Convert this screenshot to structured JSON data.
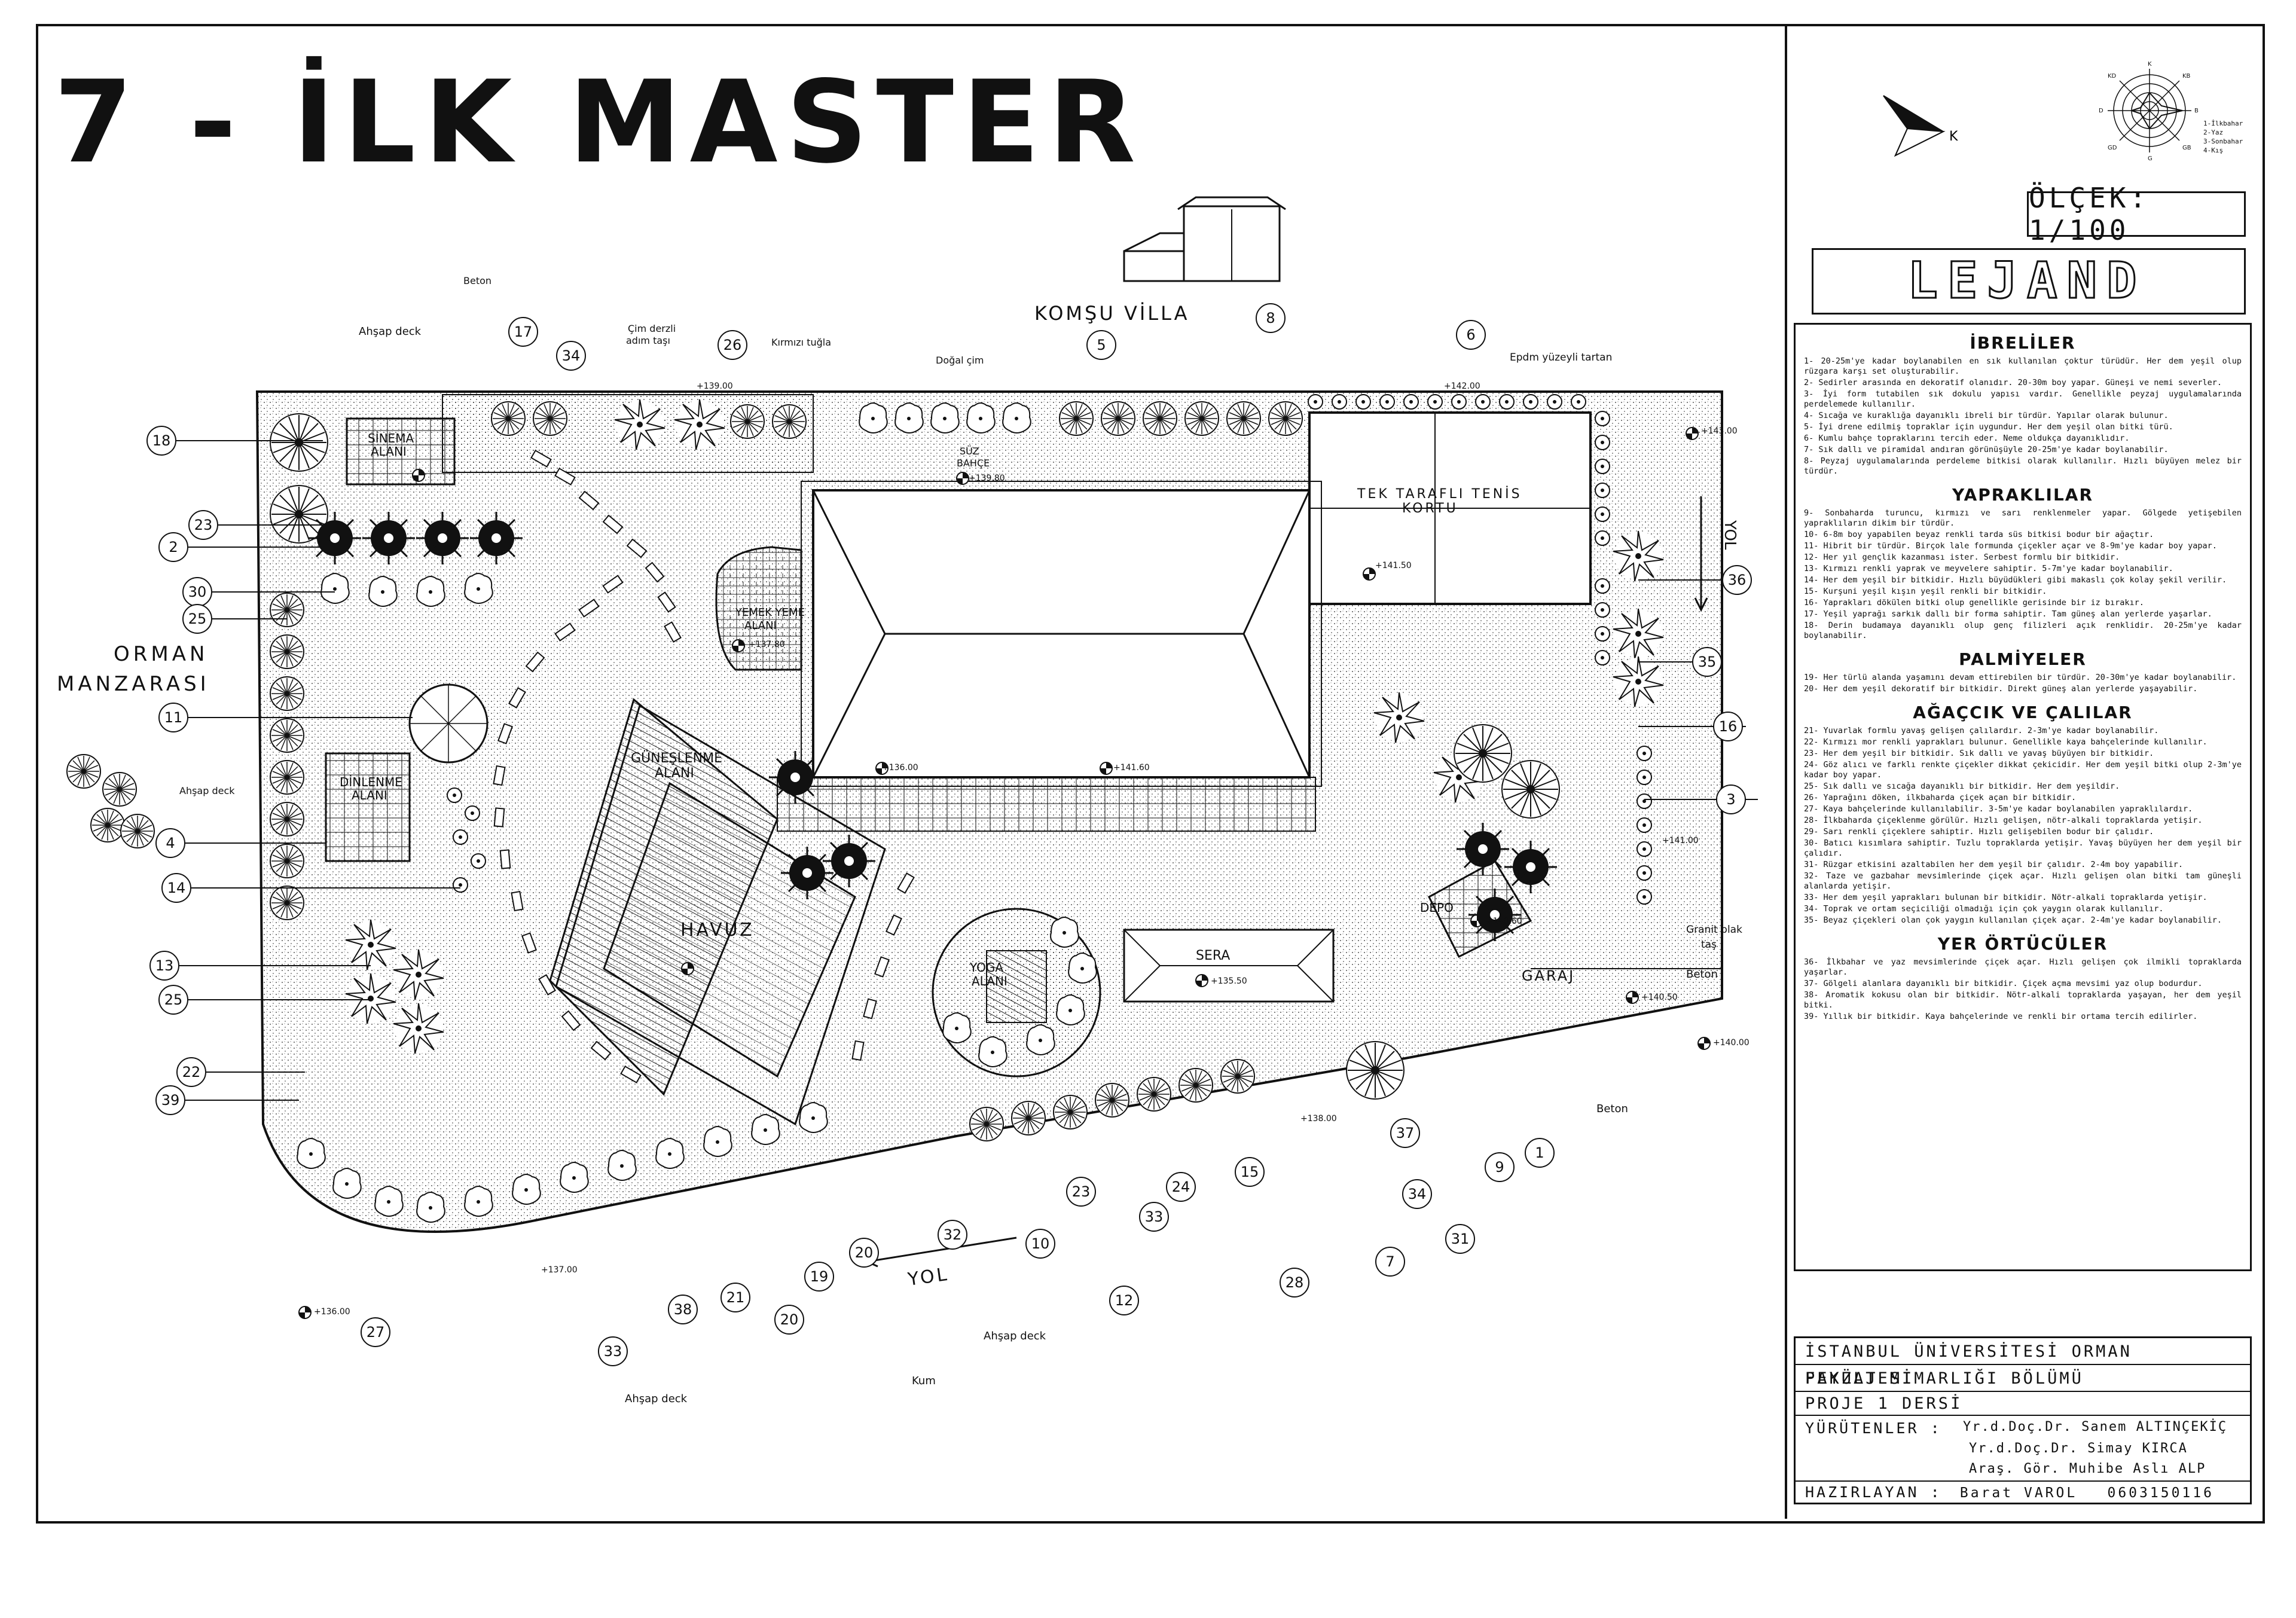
{
  "title": "7 - İLK MASTER",
  "scale": "ÖLÇEK: 1/100",
  "legend_title": "LEJAND",
  "legend": {
    "sections": [
      {
        "heading": "İBRELİLER",
        "items": [
          "1- 20-25m'ye kadar boylanabilen en sık kullanılan çoktur türüdür. Her dem yeşil olup rüzgara karşı set oluşturabilir.",
          "2- Sedirler arasında en dekoratif olanıdır. 20-30m boy yapar. Güneşi ve nemi severler.",
          "3- İyi form tutabilen sık dokulu yapısı vardır. Genellikle peyzaj uygulamalarında perdelemede kullanılır.",
          "4- Sıcağa ve kuraklığa dayanıklı ibreli bir türdür. Yapılar olarak bulunur.",
          "5- İyi drene edilmiş topraklar için uygundur. Her dem yeşil olan bitki türü.",
          "6- Kumlu bahçe topraklarını tercih eder. Neme oldukça dayanıklıdır.",
          "7- Sık dallı ve piramidal andıran görünüşüyle 20-25m'ye kadar boylanabilir.",
          "8- Peyzaj uygulamalarında perdeleme bitkisi olarak kullanılır. Hızlı büyüyen melez bir türdür."
        ]
      },
      {
        "heading": "YAPRAKLILAR",
        "items": [
          "9- Sonbaharda turuncu, kırmızı ve sarı renklenmeler yapar. Gölgede yetişebilen yapraklıların dikim bir türdür.",
          "10- 6-8m boy yapabilen beyaz renkli tarda süs bitkisi bodur bir ağaçtır.",
          "11- Hibrit bir türdür. Birçok lale formunda çiçekler açar ve 8-9m'ye kadar boy yapar.",
          "12- Her yıl gençlik kazanması ister. Serbest formlu bir bitkidir.",
          "13- Kırmızı renkli yaprak ve meyvelere sahiptir. 5-7m'ye kadar boylanabilir.",
          "14- Her dem yeşil bir bitkidir. Hızlı büyüdükleri gibi makaslı çok kolay şekil verilir.",
          "15- Kurşuni yeşil kışın yeşil renkli bir bitkidir.",
          "16- Yaprakları dökülen bitki olup genellikle gerisinde bir iz bırakır.",
          "17- Yeşil yaprağı sarkık dallı bir forma sahiptir. Tam güneş alan yerlerde yaşarlar.",
          "18- Derin budamaya dayanıklı olup genç filizleri açık renklidir. 20-25m'ye kadar boylanabilir."
        ]
      },
      {
        "heading": "PALMİYELER",
        "items": [
          "19- Her türlü alanda yaşamını devam ettirebilen bir türdür. 20-30m'ye kadar boylanabilir.",
          "20- Her dem yeşil dekoratif bir bitkidir. Direkt güneş alan yerlerde yaşayabilir."
        ]
      },
      {
        "heading": "AĞAÇCIK VE ÇALILAR",
        "items": [
          "21- Yuvarlak formlu yavaş gelişen çalılardır. 2-3m'ye kadar boylanabilir.",
          "22- Kırmızı mor renkli yaprakları bulunur. Genellikle kaya bahçelerinde kullanılır.",
          "23- Her dem yeşil bir bitkidir. Sık dallı ve yavaş büyüyen bir bitkidir.",
          "24- Göz alıcı ve farklı renkte çiçekler dikkat çekicidir. Her dem yeşil bitki olup 2-3m'ye kadar boy yapar.",
          "25- Sık dallı ve sıcağa dayanıklı bir bitkidir. Her dem yeşildir.",
          "26- Yaprağını döken, ilkbaharda çiçek açan bir bitkidir.",
          "27- Kaya bahçelerinde kullanılabilir. 3-5m'ye kadar boylanabilen yapraklılardır.",
          "28- İlkbaharda çiçeklenme görülür. Hızlı gelişen, nötr-alkali topraklarda yetişir.",
          "29- Sarı renkli çiçeklere sahiptir. Hızlı gelişebilen bodur bir çalıdır.",
          "30- Batıcı kısımlara sahiptir. Tuzlu topraklarda yetişir. Yavaş büyüyen her dem yeşil bir çalıdır.",
          "31- Rüzgar etkisini azaltabilen her dem yeşil bir çalıdır. 2-4m boy yapabilir.",
          "32- Taze ve gazbahar mevsimlerinde çiçek açar. Hızlı gelişen olan bitki tam güneşli alanlarda yetişir.",
          "33- Her dem yeşil yaprakları bulunan bir bitkidir. Nötr-alkali topraklarda yetişir.",
          "34- Toprak ve ortam seçiciliği olmadığı için çok yaygın olarak kullanılır.",
          "35- Beyaz çiçekleri olan çok yaygın kullanılan çiçek açar. 2-4m'ye kadar boylanabilir."
        ]
      },
      {
        "heading": "YER ÖRTÜCÜLER",
        "items": [
          "36- İlkbahar ve yaz mevsimlerinde çiçek açar. Hızlı gelişen çok ilmikli topraklarda yaşarlar.",
          "37- Gölgeli alanlara dayanıklı bir bitkidir. Çiçek açma mevsimi yaz olup bodurdur.",
          "38- Aromatik kokusu olan bir bitkidir. Nötr-alkali topraklarda yaşayan, her dem yeşil bitki.",
          "39- Yıllık bir bitkidir. Kaya bahçelerinde ve renkli bir ortama tercih edilirler."
        ]
      }
    ]
  },
  "title_block": {
    "university": "İSTANBUL ÜNİVERSİTESİ ORMAN FAKÜLTESİ",
    "department": "PEYZAJ MİMARLIĞI BÖLÜMÜ",
    "course": "PROJE 1 DERSİ",
    "supervisors_label": "YÜRÜTENLER :",
    "supervisors": [
      "Yr.d.Doç.Dr. Sanem ALTINÇEKİÇ",
      "Yr.d.Doç.Dr. Simay KIRCA",
      "Araş. Gör. Muhibe Aslı ALP"
    ],
    "prepared_label": "HAZIRLAYAN :",
    "prepared_by": "Barat VAROL",
    "student_no": "0603150116"
  },
  "compass": {
    "north_letter": "K"
  },
  "season_chart": {
    "labels": [
      "1-İlkbahar",
      "2-Yaz",
      "3-Sonbahar",
      "4-Kış"
    ],
    "letters": [
      "K",
      "KB",
      "B",
      "GB",
      "G",
      "GD",
      "D",
      "KD"
    ]
  },
  "plan": {
    "labels": {
      "komsu_villa": "KOMŞU VİLLA",
      "orman_manzarasi_1": "ORMAN",
      "orman_manzarasi_2": "MANZARASI",
      "tennis": "TEK TARAFLI TENİS",
      "tennis_2": "KORTU",
      "havuz": "HAVUZ",
      "gunes_1": "GÜNEŞLENME",
      "gunes_2": "ALANI",
      "yemek_1": "YEMEK YEME",
      "yemek_2": "ALANI",
      "sinema_1": "SİNEMA",
      "sinema_2": "ALANI",
      "dinlenme_1": "DİNLENME",
      "dinlenme_2": "ALANI",
      "yoga_1": "YOGA",
      "yoga_2": "ALANI",
      "sera": "SERA",
      "depo": "DEPO",
      "garaj": "GARAJ",
      "bahce_1": "SÜZ",
      "bahce_2": "BAHÇE",
      "yol_right": "YOL",
      "yol_bottom": "YOL",
      "beton": "Beton",
      "beton_2": "Beton",
      "beton_3": "Beton",
      "ahsap_deck": "Ahşap deck",
      "ahsap_deck_2": "Ahşap deck",
      "ahsap_deck_3": "Ahşap deck",
      "ahsap_deck_4": "Ahşap deck",
      "cim_derzli": "Çim derzli",
      "cim_derzli_2": "adım taşı",
      "kirmizi_tugla": "Kırmızı tuğla",
      "dogal_cim": "Doğal çim",
      "epdm": "Epdm yüzeyli tartan",
      "granit": "Granit plak",
      "granit_2": "taş",
      "kum": "Kum"
    },
    "elevations": [
      "+143.00",
      "+142.00",
      "+141.00",
      "+140.00",
      "+139.00",
      "+138.00",
      "+137.00",
      "+136.00",
      "+141.50",
      "+135.50",
      "+140.50",
      "+136.00",
      "+139.80",
      "+137.80",
      "+140.60",
      "+141.60"
    ],
    "callouts": [
      "18",
      "23",
      "2",
      "30",
      "25",
      "11",
      "4",
      "14",
      "13",
      "25",
      "22",
      "39",
      "17",
      "34",
      "26",
      "5",
      "8",
      "6",
      "36",
      "35",
      "16",
      "3",
      "33",
      "27",
      "38",
      "21",
      "20",
      "19",
      "32",
      "20",
      "10",
      "23",
      "12",
      "24",
      "33",
      "15",
      "28",
      "7",
      "34",
      "37",
      "9",
      "31",
      "1"
    ]
  }
}
